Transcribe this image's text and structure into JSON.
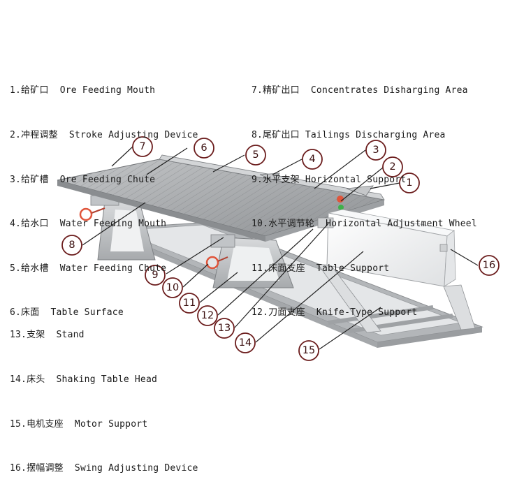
{
  "legend": {
    "left_top": [
      "1.给矿口  Ore Feeding Mouth",
      "2.冲程调整  Stroke Adjusting Device",
      "3.给矿槽  Ore Feeding Chute",
      "4.给水口  Water Feeding Mouth",
      "5.给水槽  Water Feeding Chute",
      "6.床面  Table Surface"
    ],
    "right_top": [
      "7.精矿出口  Concentrates Disharging Area",
      "8.尾矿出口 Tailings Discharging Area",
      "9.水平支架 Horizontal Support",
      "10.水平调节轮  Horizontal Adjustment Wheel",
      "11.床面支座  Table Support",
      "12.刀面支座  Knife-Type Support"
    ],
    "left_bottom": [
      "13.支架  Stand",
      "14.床头  Shaking Table Head",
      "15.电机支座  Motor Support",
      "16.摆幅调整  Swing Adjusting Device"
    ]
  },
  "callouts": [
    "1",
    "2",
    "3",
    "4",
    "5",
    "6",
    "7",
    "8",
    "9",
    "10",
    "11",
    "12",
    "13",
    "14",
    "15",
    "16"
  ],
  "colors": {
    "callout_stroke": "#6b1c1c",
    "deck": "#a9abad",
    "frame": "#c9cbcd",
    "head_box": "#f3f4f5",
    "handwheel": "#e0553b",
    "accent_green": "#3fb04a"
  }
}
